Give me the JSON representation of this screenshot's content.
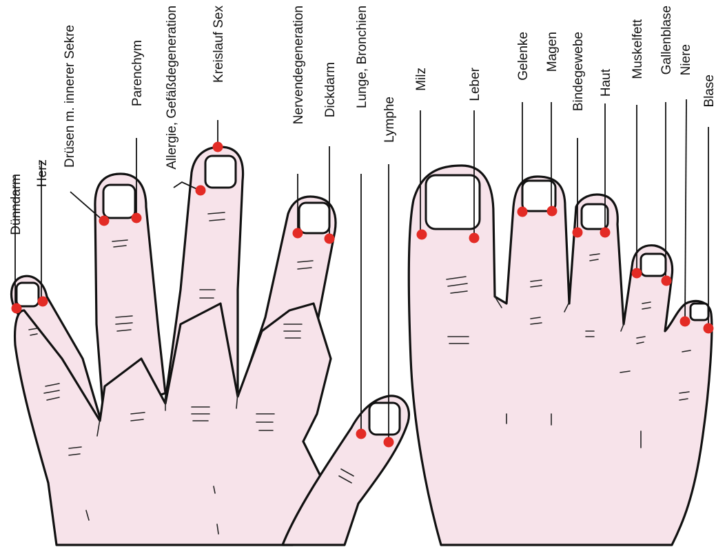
{
  "points": [
    {
      "label": "Dünndarm"
    },
    {
      "label": "Herz"
    },
    {
      "label": "Drüsen m. innerer Sekre"
    },
    {
      "label": "Parenchym"
    },
    {
      "label": "Allergie, Gefäßdegeneration"
    },
    {
      "label": "Kreislauf Sex"
    },
    {
      "label": "Nervendegeneration"
    },
    {
      "label": "Dickdarm"
    },
    {
      "label": "Lunge, Bronchien"
    },
    {
      "label": "Lymphe"
    },
    {
      "label": "Milz"
    },
    {
      "label": "Leber"
    },
    {
      "label": "Gelenke"
    },
    {
      "label": "Magen"
    },
    {
      "label": "Bindegewebe"
    },
    {
      "label": "Haut"
    },
    {
      "label": "Muskelfett"
    },
    {
      "label": "Gallenblase"
    },
    {
      "label": "Niere"
    },
    {
      "label": "Blase"
    }
  ],
  "colors": {
    "point": "#e32b25",
    "skin": "#f7e3ea",
    "outline": "#111111"
  }
}
